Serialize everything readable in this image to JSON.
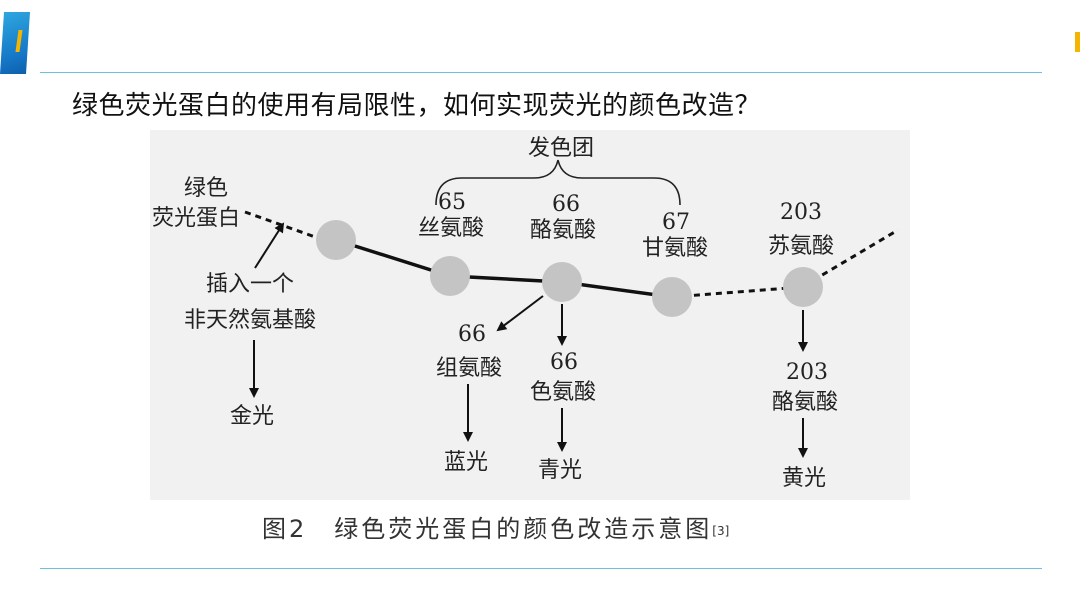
{
  "slide": {
    "question": "绿色荧光蛋白的使用有局限性，如何实现荧光的颜色改造？",
    "caption": "图2　绿色荧光蛋白的颜色改造示意图",
    "caption_ref": "[3]"
  },
  "colors": {
    "accent_blue": "#1476c6",
    "accent_yellow": "#f4b400",
    "rule_line": "#6fc0e0",
    "node_fill": "#c4c4c4",
    "figure_bg": "#f1f1f1"
  },
  "diagram": {
    "chromophore_label": "发色团",
    "gfp_label_line1": "绿色",
    "gfp_label_line2": "荧光蛋白",
    "insert_line1": "插入一个",
    "insert_line2": "非天然氨基酸",
    "gold_light": "金光",
    "ser65_num": "65",
    "ser65_name": "丝氨酸",
    "tyr66_num": "66",
    "tyr66_name": "酪氨酸",
    "gly67_num": "67",
    "gly67_name": "甘氨酸",
    "thr203_num": "203",
    "thr203_name": "苏氨酸",
    "his66_num": "66",
    "his66_name": "组氨酸",
    "blue_light": "蓝光",
    "trp66_num": "66",
    "trp66_name": "色氨酸",
    "cyan_light": "青光",
    "tyr203_num": "203",
    "tyr203_name": "酪氨酸",
    "yellow_light": "黄光"
  }
}
